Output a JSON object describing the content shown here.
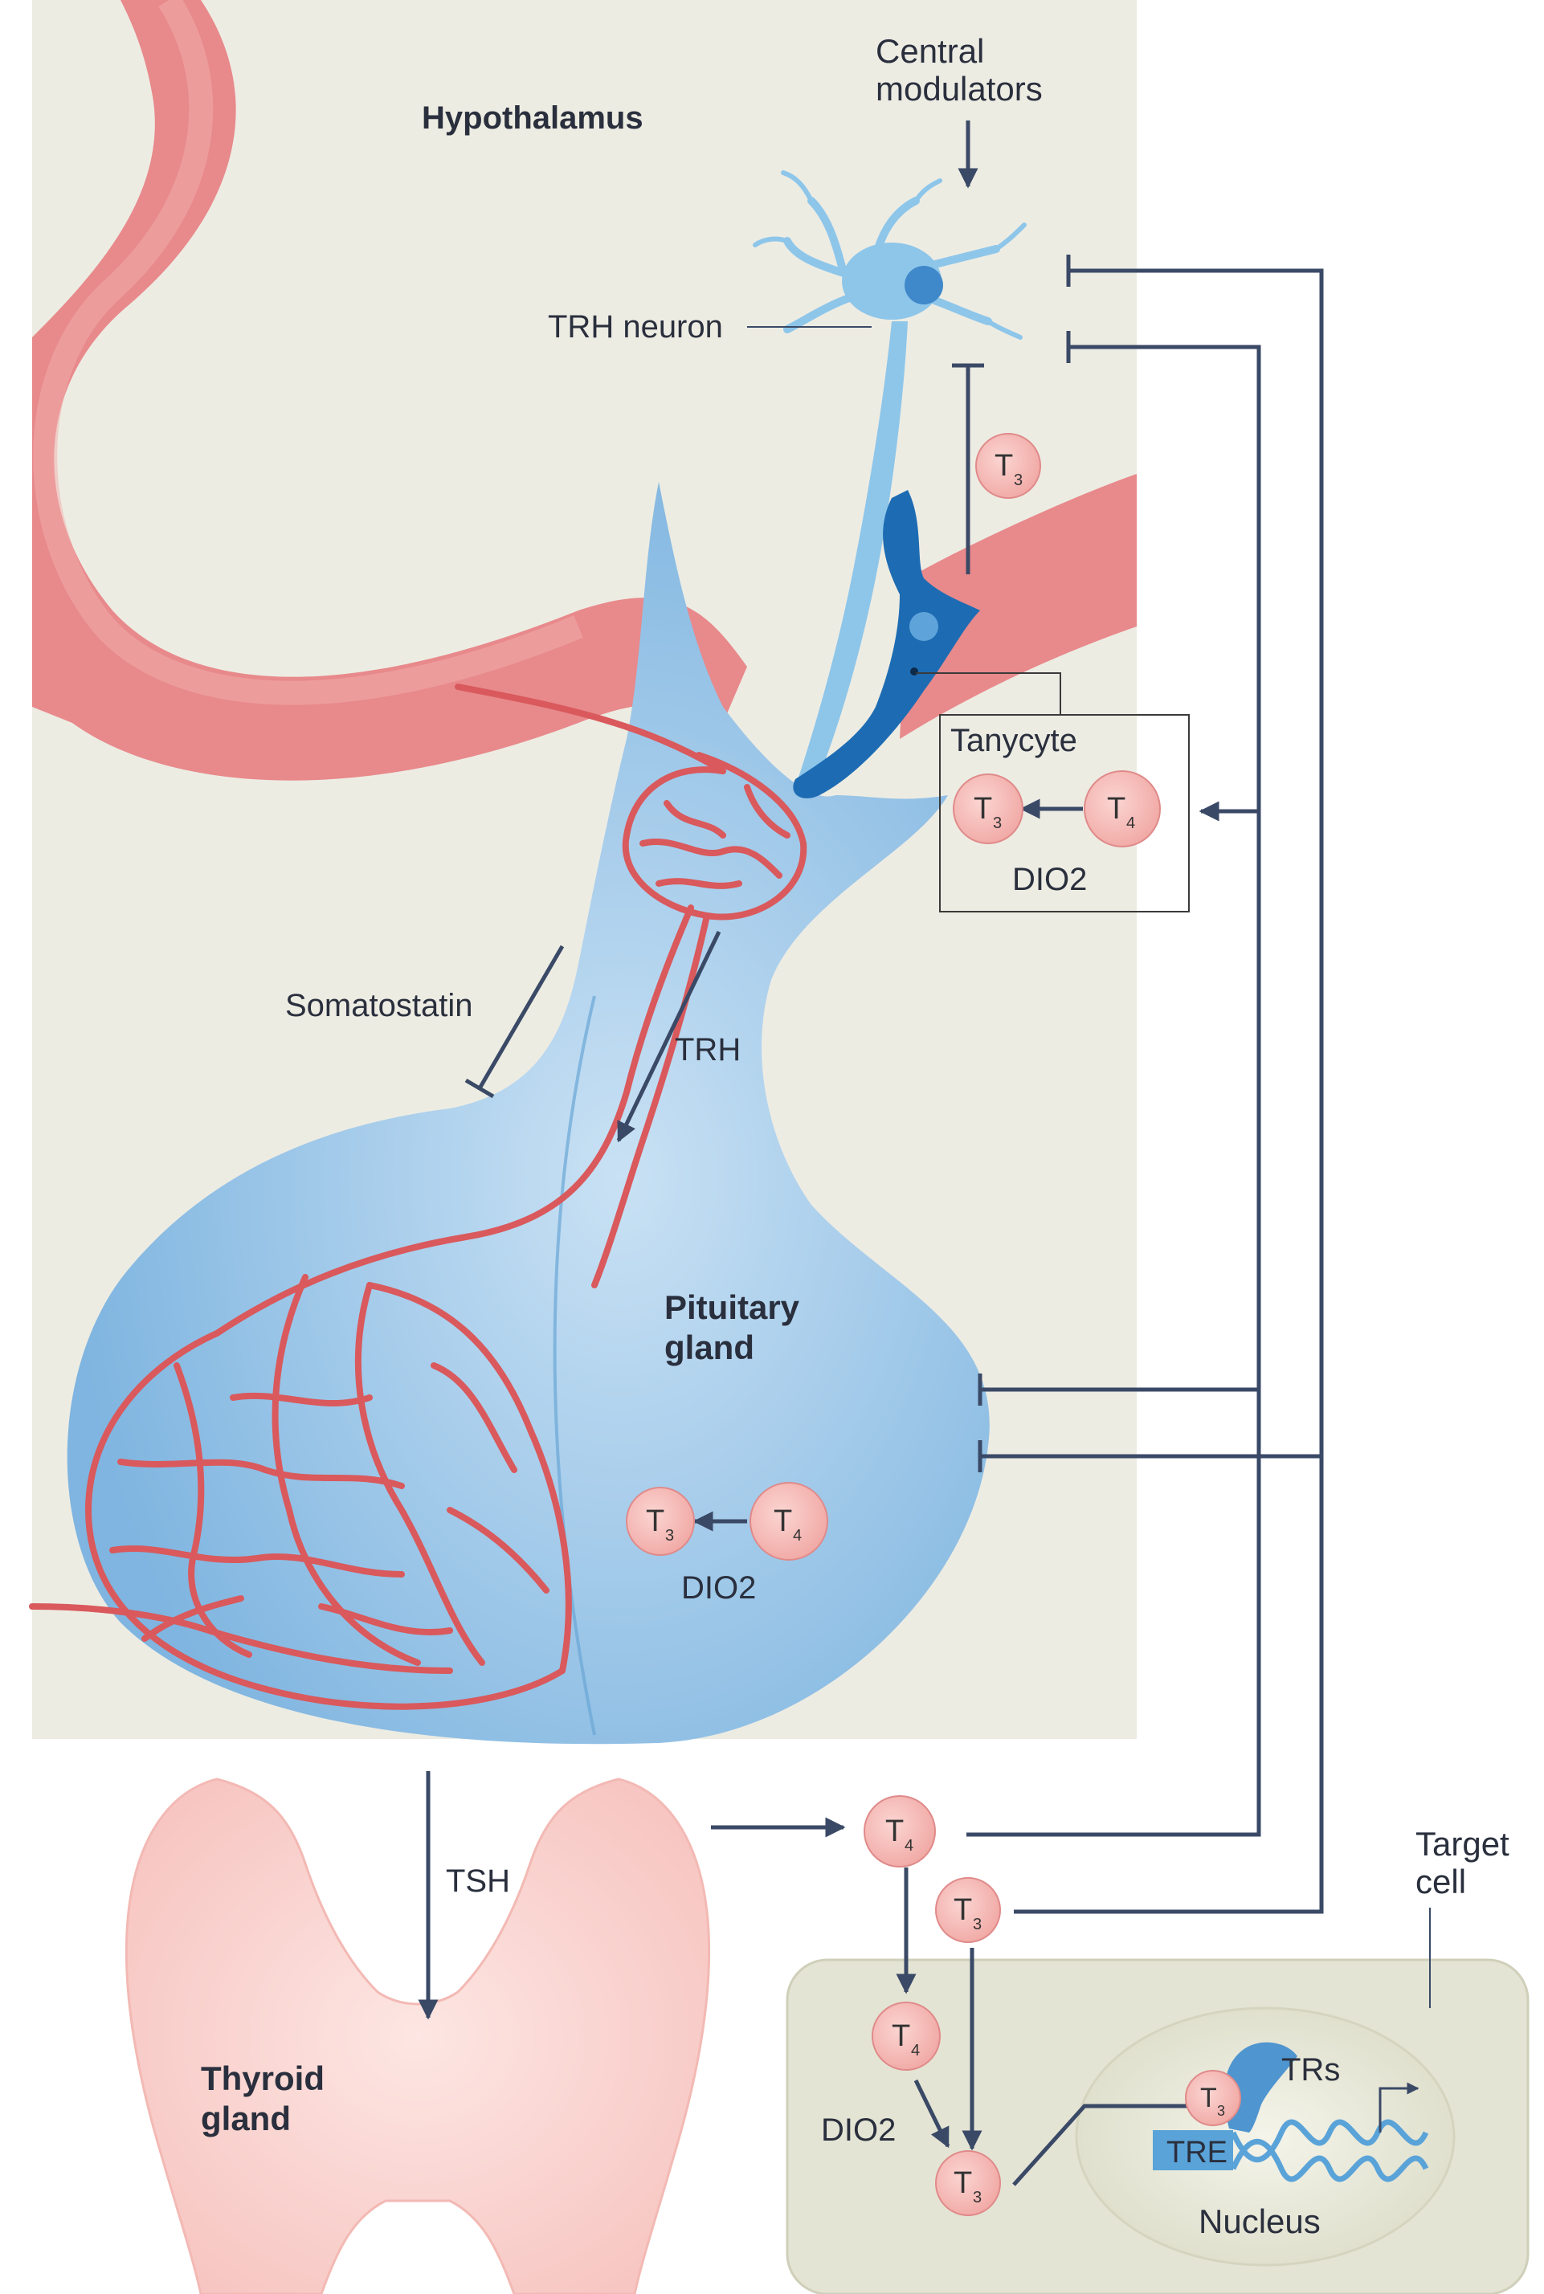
{
  "labels": {
    "hypothalamus": "Hypothalamus",
    "central_modulators_1": "Central",
    "central_modulators_2": "modulators",
    "trh_neuron": "TRH neuron",
    "tanycyte": "Tanycyte",
    "dio2": "DIO2",
    "somatostatin": "Somatostatin",
    "trh": "TRH",
    "pituitary_1": "Pituitary",
    "pituitary_2": "gland",
    "tsh": "TSH",
    "thyroid_1": "Thyroid",
    "thyroid_2": "gland",
    "target_cell_1": "Target",
    "target_cell_2": "cell",
    "trs": "TRs",
    "tre": "TRE",
    "nucleus": "Nucleus"
  },
  "hormones": {
    "t3": "T",
    "t3_sub": "3",
    "t4": "T",
    "t4_sub": "4"
  },
  "colors": {
    "hypothalamus_bg": "#edece3",
    "vessel": "#e07a7c",
    "vessel_light": "#f0a9a6",
    "pituitary": "#8ec0e6",
    "pituitary_dark": "#5a9fd4",
    "tanycyte": "#1f6fb5",
    "arrow": "#3a4966",
    "hormone_fill": "#f4b6b2",
    "hormone_stroke": "#e08a8a",
    "thyroid": "#f9d3d0",
    "cell_bg": "#e4e4d4"
  }
}
